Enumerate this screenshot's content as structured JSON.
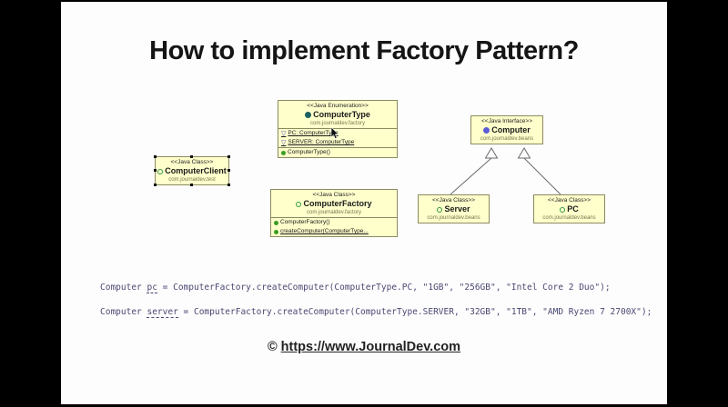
{
  "title": "How to implement Factory Pattern?",
  "diagram": {
    "boxes": [
      {
        "id": "computer-type",
        "stereotype": "<<Java Enumeration>>",
        "name": "ComputerType",
        "package": "com.journaldev.factory",
        "kind": "enumeration",
        "fields": [
          "PC: ComputerType",
          "SERVER: ComputerType"
        ],
        "methods": [
          "ComputerType()"
        ]
      },
      {
        "id": "computer-client",
        "stereotype": "<<Java Class>>",
        "name": "ComputerClient",
        "package": "com.journaldev.test",
        "kind": "class",
        "selected": true
      },
      {
        "id": "computer-factory",
        "stereotype": "<<Java Class>>",
        "name": "ComputerFactory",
        "package": "com.journaldev.factory",
        "kind": "class",
        "methods": [
          "ComputerFactory()",
          "createComputer(ComputerType..."
        ]
      },
      {
        "id": "computer",
        "stereotype": "<<Java Interface>>",
        "name": "Computer",
        "package": "com.journaldev.beans",
        "kind": "interface"
      },
      {
        "id": "server",
        "stereotype": "<<Java Class>>",
        "name": "Server",
        "package": "com.journaldev.beans",
        "kind": "class"
      },
      {
        "id": "pc",
        "stereotype": "<<Java Class>>",
        "name": "PC",
        "package": "com.journaldev.beans",
        "kind": "class"
      }
    ],
    "relationships": [
      {
        "from": "Server",
        "to": "Computer",
        "type": "realization"
      },
      {
        "from": "PC",
        "to": "Computer",
        "type": "realization"
      }
    ]
  },
  "code": {
    "lines": [
      {
        "prefix": "Computer ",
        "variable": "pc",
        "suffix": " = ComputerFactory.createComputer(ComputerType.PC, \"1GB\", \"256GB\", \"Intel Core 2 Duo\");"
      },
      {
        "prefix": "Computer ",
        "variable": "server",
        "suffix": " = ComputerFactory.createComputer(ComputerType.SERVER, \"32GB\", \"1TB\", \"AMD Ryzen 7 2700X\");"
      }
    ]
  },
  "footer": {
    "copyright": "©",
    "url": "https://www.JournalDev.com"
  },
  "colors": {
    "background": "#000000",
    "slide": "#fdfdfd",
    "box_fill": "#ffffcc",
    "box_border": "#8b8b60",
    "code_text": "#4a4972",
    "class_icon": "#2e9940",
    "interface_icon": "#5b5bd6",
    "enum_icon": "#1d6060"
  }
}
